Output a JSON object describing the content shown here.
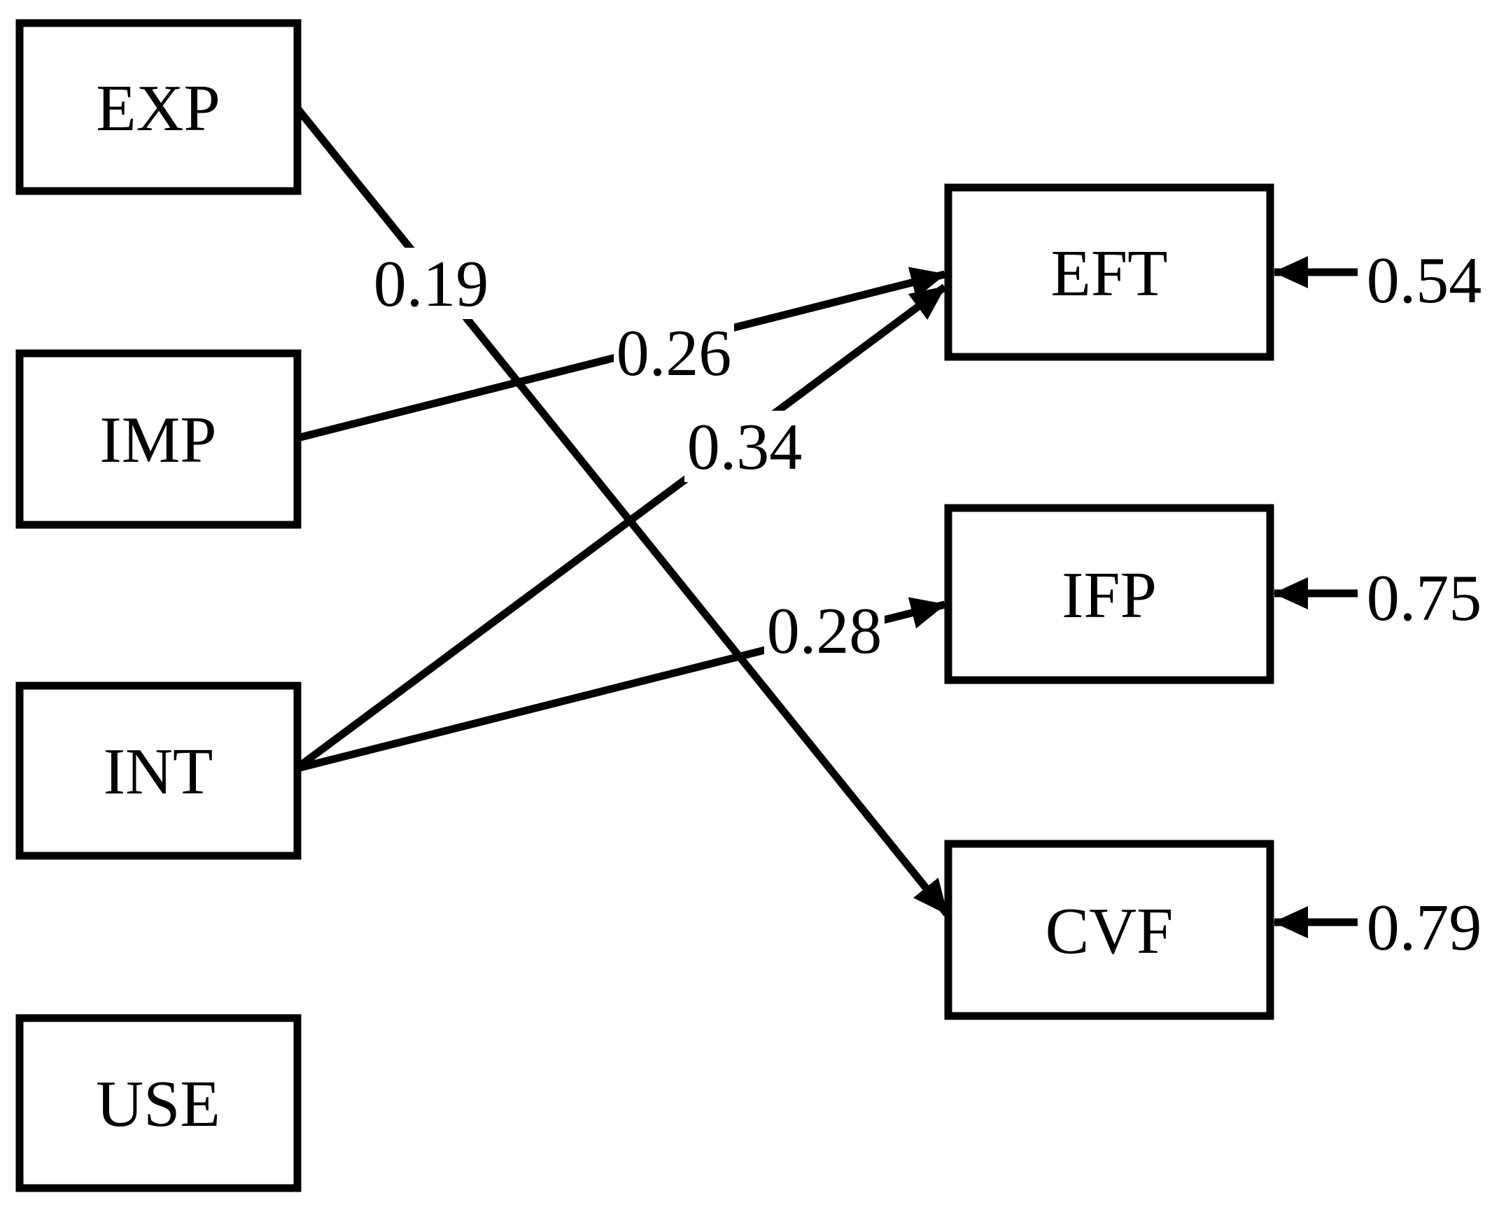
{
  "figure": {
    "colors": {
      "background": "#ffffff",
      "stroke": "#000000"
    },
    "nodes": [
      {
        "id": "EXP",
        "label": "EXP"
      },
      {
        "id": "IMP",
        "label": "IMP"
      },
      {
        "id": "INT",
        "label": "INT"
      },
      {
        "id": "USE",
        "label": "USE"
      },
      {
        "id": "EFT",
        "label": "EFT"
      },
      {
        "id": "IFP",
        "label": "IFP"
      },
      {
        "id": "CVF",
        "label": "CVF"
      }
    ],
    "paths": [
      {
        "from": "EXP",
        "to": "CVF",
        "coefficient": "0.19"
      },
      {
        "from": "IMP",
        "to": "EFT",
        "coefficient": "0.26"
      },
      {
        "from": "INT",
        "to": "EFT",
        "coefficient": "0.34"
      },
      {
        "from": "INT",
        "to": "IFP",
        "coefficient": "0.28"
      }
    ],
    "error_terms": [
      {
        "target": "EFT",
        "value": "0.54"
      },
      {
        "target": "IFP",
        "value": "0.75"
      },
      {
        "target": "CVF",
        "value": "0.79"
      }
    ]
  }
}
